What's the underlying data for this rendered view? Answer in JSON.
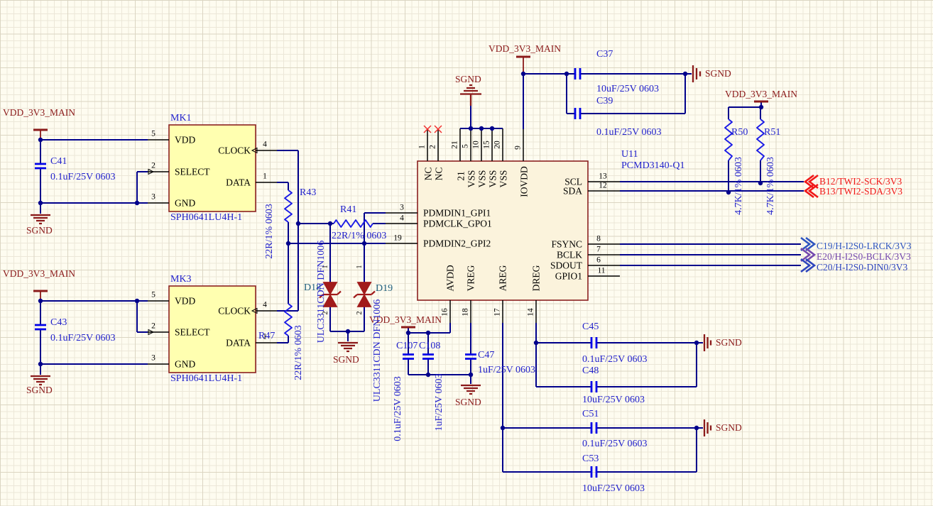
{
  "power": {
    "vdd": "VDD_3V3_MAIN",
    "sgnd": "SGND"
  },
  "mic1": {
    "designator": "MK1",
    "part": "SPH0641LU4H-1",
    "pin_vdd": "VDD",
    "pin_clock": "CLOCK",
    "pin_select": "SELECT",
    "pin_data": "DATA",
    "pin_gnd": "GND",
    "num_vdd": "5",
    "num_clock": "4",
    "num_select": "2",
    "num_data": "1",
    "num_gnd": "3"
  },
  "mic3": {
    "designator": "MK3",
    "part": "SPH0641LU4H-1",
    "pin_vdd": "VDD",
    "pin_clock": "CLOCK",
    "pin_select": "SELECT",
    "pin_data": "DATA",
    "pin_gnd": "GND",
    "num_vdd": "5",
    "num_clock": "4",
    "num_select": "2",
    "num_data": "1",
    "num_gnd": "3"
  },
  "u11": {
    "designator": "U11",
    "part": "PCMD3140-Q1",
    "top_nums": [
      "1",
      "2",
      "21",
      "5",
      "10",
      "15",
      "20",
      "9"
    ],
    "top_names": [
      "NC",
      "NC",
      "21",
      "VSS",
      "VSS",
      "VSS",
      "VSS",
      "IOVDD"
    ],
    "left": [
      {
        "num": "3",
        "name": "PDMDIN1_GPI1"
      },
      {
        "num": "4",
        "name": "PDMCLK_GPO1"
      },
      {
        "num": "19",
        "name": "PDMDIN2_GPI2"
      }
    ],
    "right": [
      {
        "num": "13",
        "name": "SCL"
      },
      {
        "num": "12",
        "name": "SDA"
      },
      {
        "num": "8",
        "name": "FSYNC"
      },
      {
        "num": "7",
        "name": "BCLK"
      },
      {
        "num": "6",
        "name": "SDOUT"
      },
      {
        "num": "11",
        "name": "GPIO1"
      }
    ],
    "bottom": [
      {
        "num": "16",
        "name": "AVDD"
      },
      {
        "num": "18",
        "name": "VREG"
      },
      {
        "num": "17",
        "name": "AREG"
      },
      {
        "num": "14",
        "name": "DREG"
      }
    ]
  },
  "caps": {
    "c37": {
      "ref": "C37",
      "val": "10uF/25V 0603"
    },
    "c39": {
      "ref": "C39",
      "val": "0.1uF/25V 0603"
    },
    "c41": {
      "ref": "C41",
      "val": "0.1uF/25V 0603"
    },
    "c43": {
      "ref": "C43",
      "val": "0.1uF/25V 0603"
    },
    "c45": {
      "ref": "C45",
      "val": "0.1uF/25V 0603"
    },
    "c47": {
      "ref": "C47",
      "val": "1uF/25V 0603"
    },
    "c48": {
      "ref": "C48",
      "val": "10uF/25V 0603"
    },
    "c51": {
      "ref": "C51",
      "val": "0.1uF/25V 0603"
    },
    "c53": {
      "ref": "C53",
      "val": "10uF/25V 0603"
    },
    "c107": {
      "ref": "C107",
      "val": "0.1uF/25V 0603"
    },
    "c108": {
      "ref": "C108",
      "val": "1uF/25V 0603"
    }
  },
  "resistors": {
    "r41": {
      "ref": "R41",
      "val": "22R/1% 0603"
    },
    "r43": {
      "ref": "R43",
      "val": "22R/1% 0603"
    },
    "r47": {
      "ref": "R47",
      "val": "22R/1% 0603"
    },
    "r50": {
      "ref": "R50",
      "val": "4.7K/1% 0603"
    },
    "r51": {
      "ref": "R51",
      "val": "4.7K/1% 0603"
    }
  },
  "diodes": {
    "d18": {
      "ref": "D18",
      "part": "ULC3311CDN DFN1006",
      "pin1": "1",
      "pin2": "2"
    },
    "d19": {
      "ref": "D19",
      "part": "ULC3311CDN DFN1006",
      "pin1": "1",
      "pin2": "2"
    }
  },
  "ports": {
    "scl": "B12/TWI2-SCK/3V3",
    "sda": "B13/TWI2-SDA/3V3",
    "lrck": "C19/H-I2S0-LRCK/3V3",
    "bclk": "E20/H-I2S0-BCLK/3V3",
    "din0": "C20/H-I2S0-DIN0/3V3"
  },
  "colors": {
    "wire": "#00008B",
    "symbol_blue": "#1A1AE6",
    "text_blue": "#2222CC",
    "power_dark_red": "#8B1A1A",
    "diode_red": "#A11B1B",
    "port_red": "#F01818",
    "mic_fill": "#FFFFB0",
    "ic_fill": "#FBF3DC",
    "component_border": "#8B2020"
  }
}
